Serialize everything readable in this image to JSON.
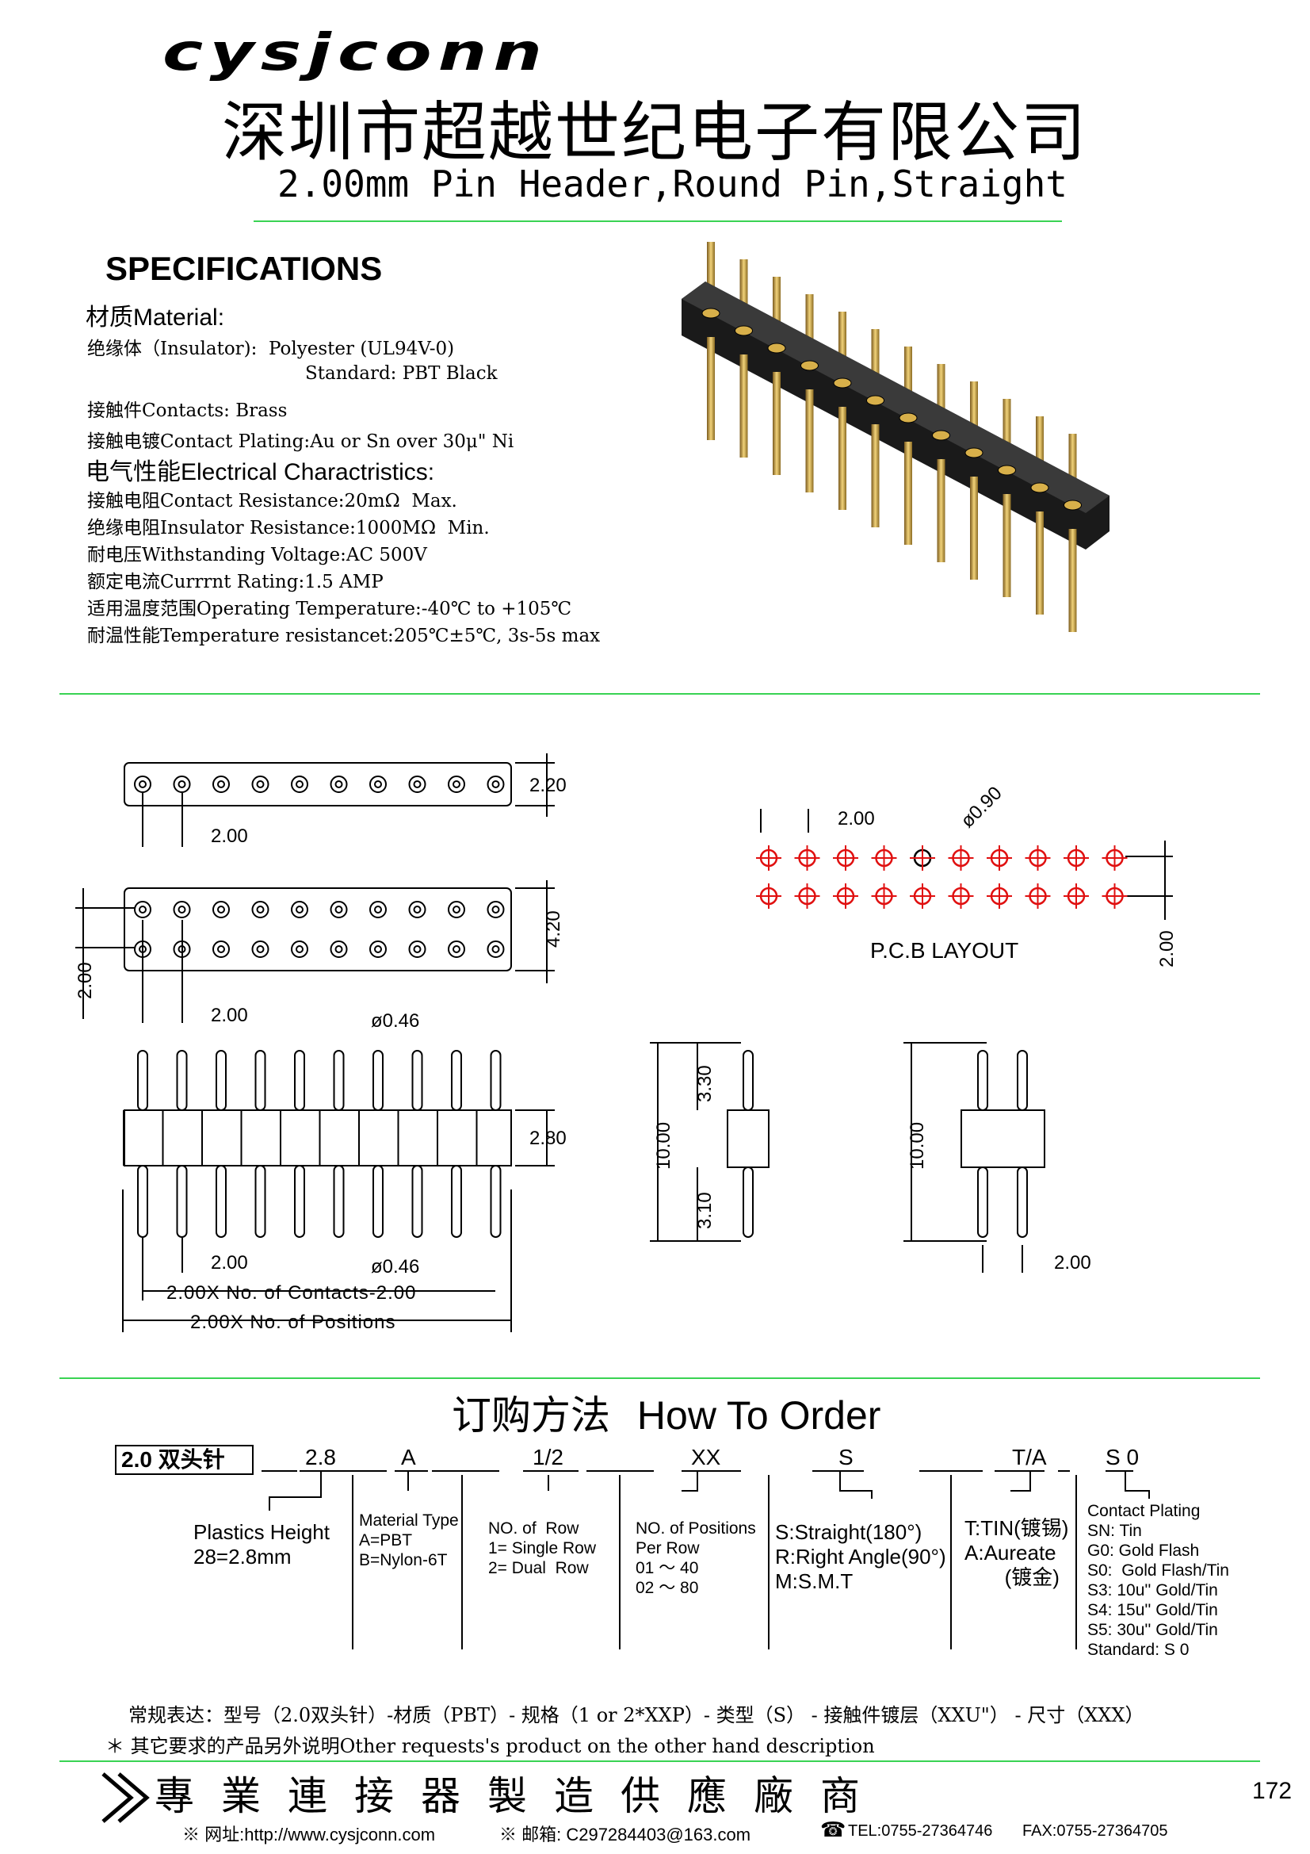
{
  "header": {
    "logo": "cysjconn",
    "company": "深圳市超越世纪电子有限公司",
    "product": "2.00mm Pin Header,Round Pin,Straight"
  },
  "specs": {
    "title": "SPECIFICATIONS",
    "material_head": "材质Material:",
    "insulator": "绝缘体（Insulator):  Polyester (UL94V-0)",
    "standard": "Standard: PBT Black",
    "contacts": "接触件Contacts: Brass",
    "plating": "接触电镀Contact Plating:Au or Sn over 30μ\" Ni",
    "electrical_head": "电气性能Electrical Charactristics:",
    "resistance": "接触电阻Contact Resistance:20mΩ  Max.",
    "insulator_res": "绝缘电阻Insulator Resistance:1000MΩ  Min.",
    "voltage": "耐电压Withstanding Voltage:AC 500V",
    "current": "额定电流Currrnt Rating:1.5 AMP",
    "temperature": "适用温度范围Operating Temperature:-40℃ to +105℃",
    "temp_resist": "耐温性能Temperature resistancet:205℃±5℃, 3s-5s max"
  },
  "drawing": {
    "dim_220": "2.20",
    "dim_200": "2.00",
    "dim_420": "4.20",
    "dim_046": "ø0.46",
    "dim_280": "2.80",
    "dim_330": "3.30",
    "dim_310": "3.10",
    "dim_1000": "10.00",
    "dim_090": "ø0.90",
    "contacts_formula": "2.00X No. of Contacts-2.00",
    "positions_formula": "2.00X No. of Positions",
    "pcb_label": "P.C.B LAYOUT"
  },
  "order": {
    "title_cn": "订购方法",
    "title_en": "How To Order",
    "part": "2.0 双头针",
    "code_height": "2.8",
    "code_material": "A",
    "code_rows": "1/2",
    "code_positions": "XX",
    "code_type": "S",
    "code_plating": "T/A",
    "code_contact": "S 0",
    "height_desc": "Plastics Height\n28=2.8mm",
    "material_desc": "Material Type\nA=PBT\nB=Nylon-6T",
    "rows_desc": "NO. of  Row\n1= Single Row\n2= Dual  Row",
    "positions_desc": "NO. of Positions\nPer Row\n01 ～ 40\n02 ～ 80",
    "type_desc": "S:Straight(180°)\nR:Right Angle(90°)\nM:S.M.T",
    "plating_desc": "T:TIN(镀锡)\nA:Aureate\n       (镀金)",
    "contact_desc": "Contact Plating\nSN: Tin\nG0: Gold Flash\nS0:  Gold Flash/Tin\nS3: 10u'' Gold/Tin\nS4: 15u'' Gold/Tin\nS5: 30u'' Gold/Tin\nStandard: S 0",
    "expression": "常规表达：型号（2.0双头针）-材质（PBT）- 规格（1 or 2*XXP）- 类型（S） - 接触件镀层（XXU\"） - 尺寸（XXX）",
    "other": "＊ 其它要求的产品另外说明Other requests's product on the other hand description"
  },
  "footer": {
    "slogan": "專業連接器製造供應廠商",
    "page": "172",
    "website": "※ 网址:http://www.cysjconn.com",
    "email": "※ 邮箱:  C297284403@163.com",
    "tel": "TEL:0755-27364746",
    "fax": "FAX:0755-27364705"
  }
}
